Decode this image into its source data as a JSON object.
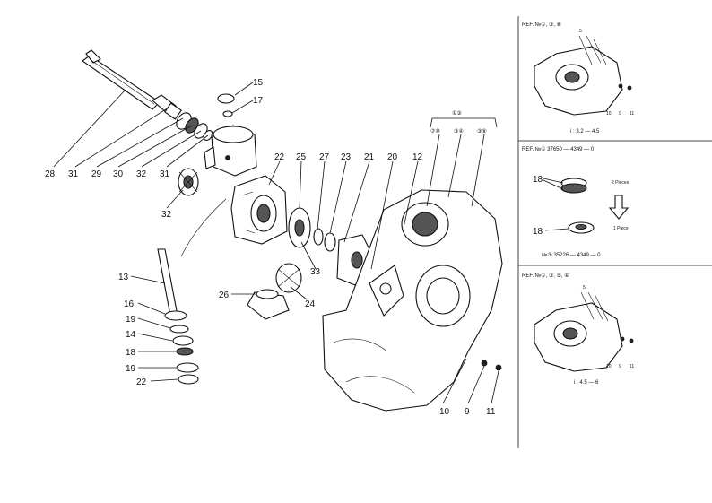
{
  "labels": {
    "l28": "28",
    "l31a": "31",
    "l29": "29",
    "l30": "30",
    "l32a": "32",
    "l31b": "31",
    "l32b": "32",
    "l15": "15",
    "l17": "17",
    "l22a": "22",
    "l25": "25",
    "l27": "27",
    "l23": "23",
    "l21": "21",
    "l20": "20",
    "l12": "12",
    "l13": "13",
    "l26": "26",
    "l24": "24",
    "l33": "33",
    "l16": "16",
    "l19a": "19",
    "l14": "14",
    "l18": "18",
    "l19b": "19",
    "l22b": "22",
    "l10": "10",
    "l9": "9",
    "l11": "11",
    "ref_top": "①③",
    "ref_a": "⑦⑩",
    "ref_b": "③④",
    "ref_c": "③⑧"
  },
  "panel1": {
    "title": "REF. №①, ③, ⑧",
    "caption": "i : 3.2 — 4.5",
    "n10": "10",
    "n9": "9",
    "n11": "11",
    "n5": "5"
  },
  "panel2": {
    "title": "REF. №① 37650 — 4349 — 0",
    "label18a": "18",
    "pieces2": "2 Pieces",
    "label18b": "18",
    "pieces1": "1 Piece",
    "note": "№③ 35226 — 4349 — 0"
  },
  "panel3": {
    "title": "REF. №①, ③, ⑤, ⑥",
    "caption": "i : 4.5 — 6",
    "n10": "10",
    "n9": "9",
    "n11": "11",
    "n5": "5"
  }
}
